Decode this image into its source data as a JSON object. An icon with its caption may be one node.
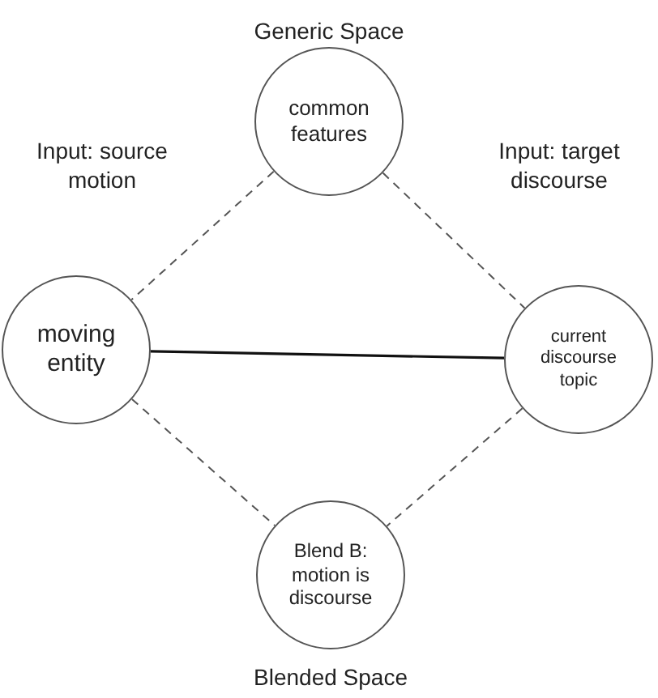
{
  "diagram": {
    "nodes": [
      {
        "text": [
          "Generic Space",
          "common features"
        ]
      },
      {
        "text": [
          "Input: source motion",
          "moving entity"
        ]
      },
      {
        "text": [
          "Input: target discourse",
          "current discourse topic"
        ]
      },
      {
        "text": [
          "Blend B: motion is discourse",
          "Blended Space"
        ]
      }
    ],
    "edges": [
      {
        "from": 0,
        "to": 1,
        "arrow": "none",
        "style": "dashed"
      },
      {
        "from": 0,
        "to": 2,
        "arrow": "none",
        "style": "dashed"
      },
      {
        "from": 1,
        "to": 2,
        "arrow": "none"
      },
      {
        "from": 1,
        "to": 3,
        "arrow": "none",
        "style": "dashed"
      },
      {
        "from": 2,
        "to": 3,
        "arrow": "none",
        "style": "dashed"
      }
    ]
  }
}
